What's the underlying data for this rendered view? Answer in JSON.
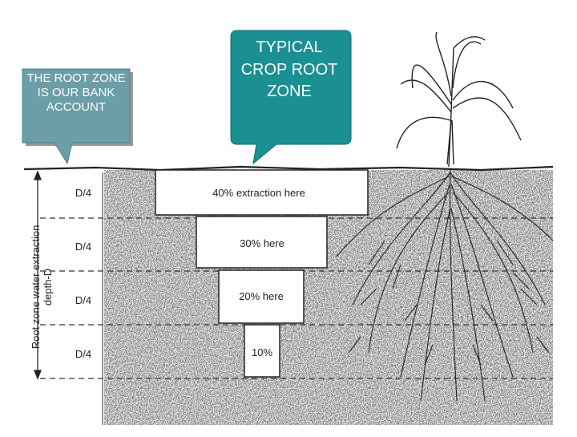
{
  "callouts": {
    "left": "THE ROOT ZONE IS OUR BANK ACCOUNT",
    "top": "TYPICAL CROP ROOT ZONE"
  },
  "axis_label": "Root zone water extraction depth-D",
  "depth_labels": [
    "D/4",
    "D/4",
    "D/4",
    "D/4"
  ],
  "extraction_labels": [
    "40% extraction here",
    "30% here",
    "20% here",
    "10%"
  ],
  "extraction_values": [
    40,
    30,
    20,
    10
  ],
  "colors": {
    "callout_fill": "#1a8f94",
    "callout_fill_gray": "#6b9ea6",
    "ink": "#222222",
    "shadow": "#999999"
  }
}
